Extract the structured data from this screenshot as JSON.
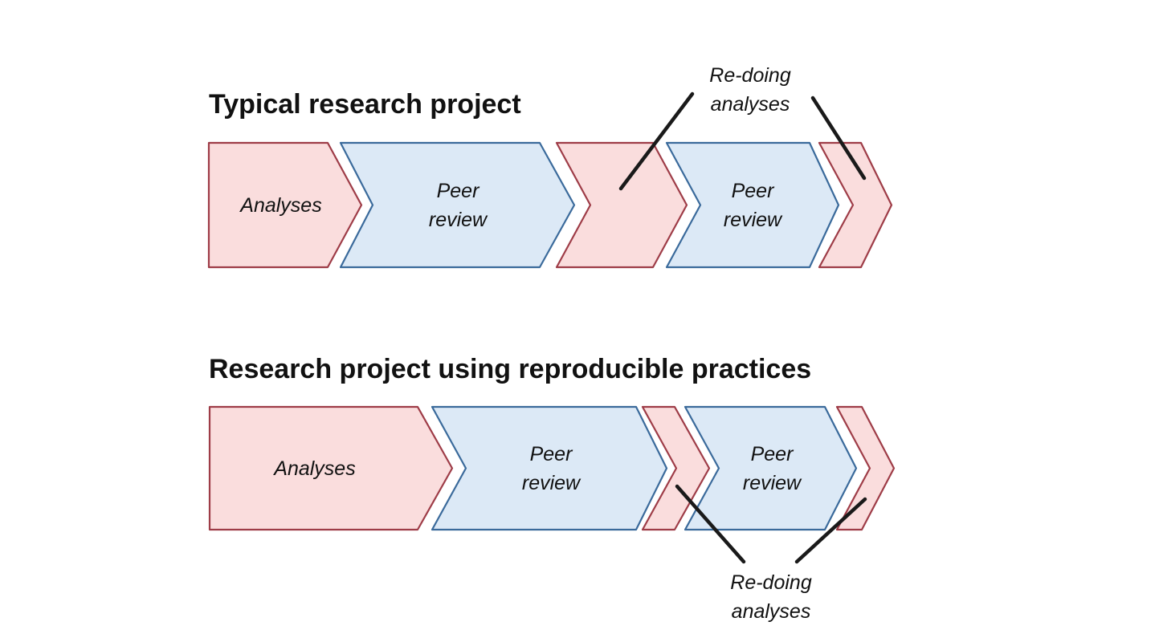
{
  "colors": {
    "background": "#ffffff",
    "redo_fill": "#fadddd",
    "redo_stroke": "#9e3c47",
    "review_fill": "#dce9f6",
    "review_stroke": "#3a6a9b",
    "pointer_line": "#1a1a1a",
    "text": "#111111"
  },
  "top_section": {
    "title": "Typical research project",
    "steps": {
      "analyses": "Analyses",
      "peer_review_1": {
        "line1": "Peer",
        "line2": "review"
      },
      "peer_review_2": {
        "line1": "Peer",
        "line2": "review"
      }
    },
    "annotation": {
      "line1": "Re-doing",
      "line2": "analyses"
    }
  },
  "bottom_section": {
    "title": "Research project using reproducible practices",
    "steps": {
      "analyses": "Analyses",
      "peer_review_1": {
        "line1": "Peer",
        "line2": "review"
      },
      "peer_review_2": {
        "line1": "Peer",
        "line2": "review"
      }
    },
    "annotation": {
      "line1": "Re-doing",
      "line2": "analyses"
    }
  }
}
